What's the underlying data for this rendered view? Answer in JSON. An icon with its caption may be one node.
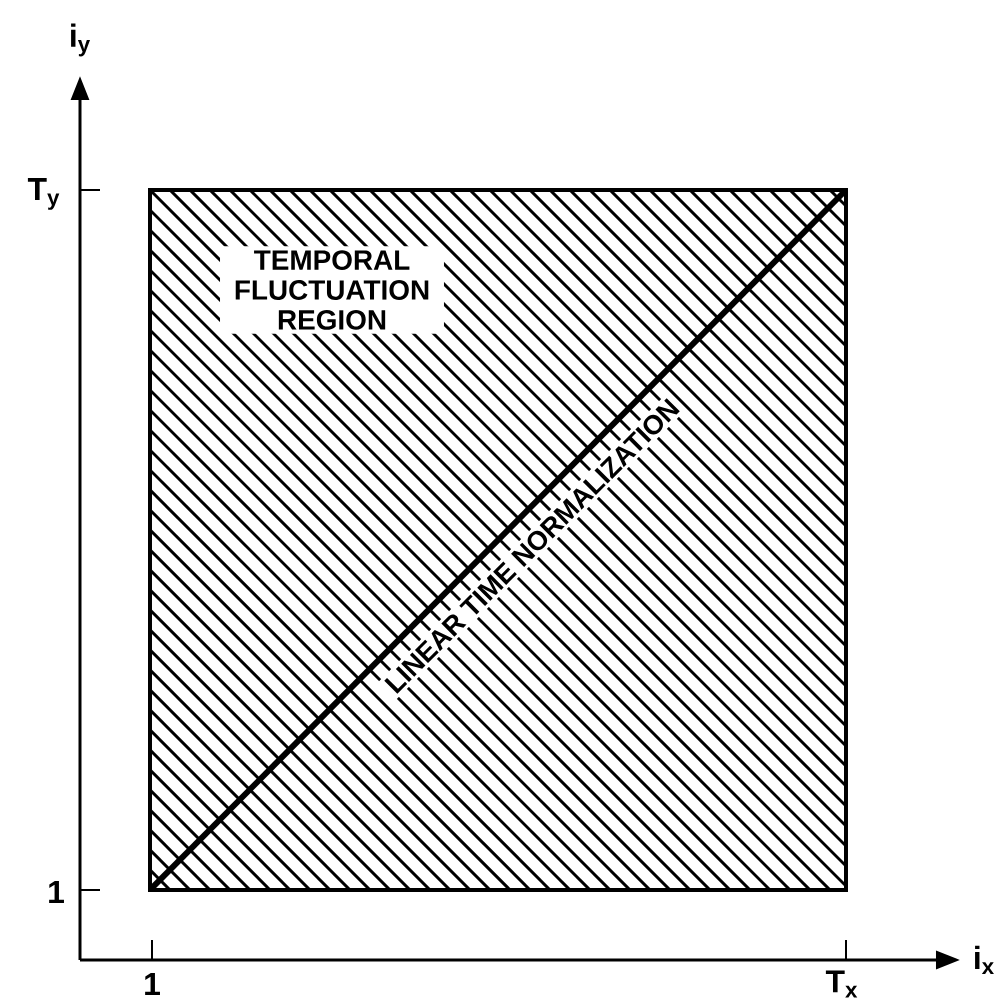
{
  "diagram": {
    "nodes": [
      {
        "text": [
          "TEMPORAL FLUCTUATION REGION"
        ]
      }
    ],
    "edges": [],
    "labels": [
      "i$_{y}$",
      "T$_{y}$",
      "1",
      "1",
      "T$_{x}$",
      "i$_{x}$",
      "LINEAR TIME NORMALIZATION"
    ]
  }
}
